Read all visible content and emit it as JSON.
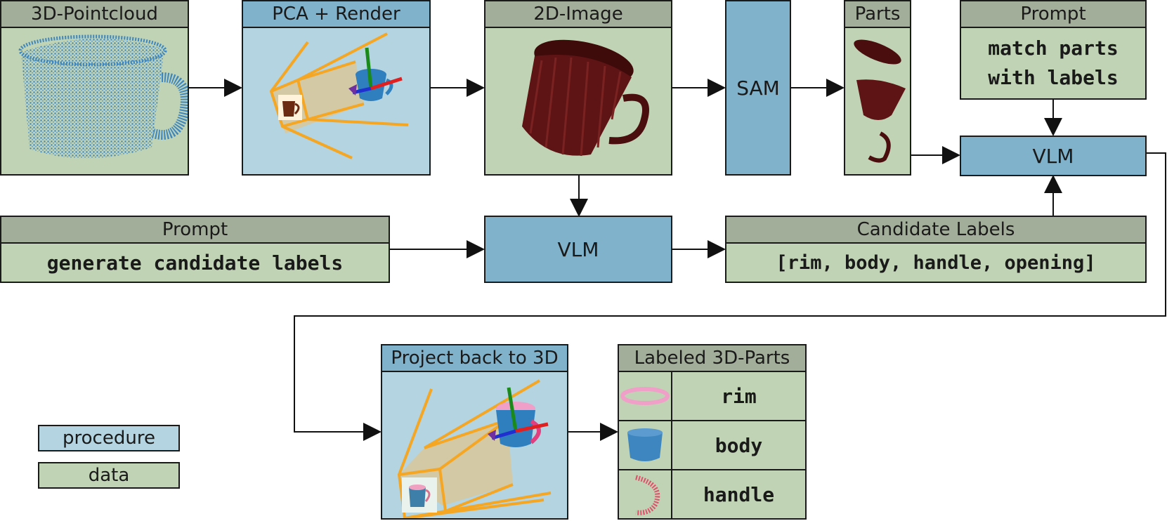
{
  "boxes": {
    "pointcloud": "3D-Pointcloud",
    "pca_render": "PCA + Render",
    "image_2d": "2D-Image",
    "sam": "SAM",
    "parts": "Parts",
    "prompt_match": {
      "title": "Prompt",
      "line1": "match parts",
      "line2": "with labels"
    },
    "vlm_match": "VLM",
    "prompt_generate": {
      "title": "Prompt",
      "text": "generate candidate labels"
    },
    "vlm_generate": "VLM",
    "candidate_labels": {
      "title": "Candidate Labels",
      "text": "[rim, body, handle, opening]"
    },
    "project_back": "Project back to 3D",
    "labeled_parts": {
      "title": "Labeled 3D-Parts",
      "rows": [
        "rim",
        "body",
        "handle"
      ]
    }
  },
  "legend": {
    "procedure": "procedure",
    "data": "data"
  },
  "colors": {
    "procedure_header": "#81b2cb",
    "procedure_body": "#b3d4e0",
    "data_header": "#a3ae9a",
    "data_body": "#c0d3b4",
    "pointcloud_blue": "#3d86c0",
    "mug_red": "#5e1414",
    "frustum_orange": "#f5a623"
  }
}
